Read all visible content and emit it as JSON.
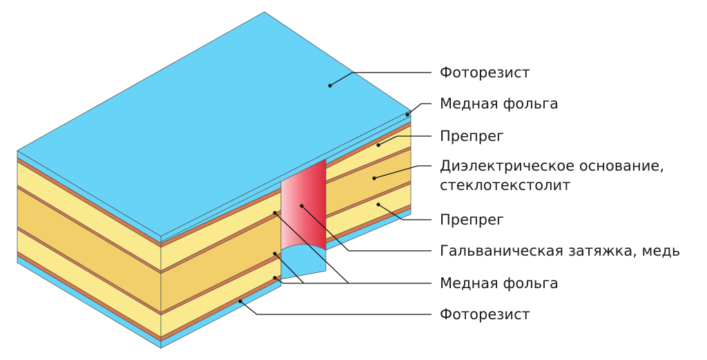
{
  "labels": {
    "photoresist_top": "Фоторезист",
    "copper_foil_top": "Медная фольга",
    "prepreg_top": "Препрег",
    "dielectric_line1": "Диэлектрическое основание,",
    "dielectric_line2": "стеклотекстолит",
    "prepreg_bottom": "Препрег",
    "plating": "Гальваническая затяжка, медь",
    "copper_foil_inner": "Медная фольга",
    "photoresist_bottom": "Фоторезист"
  },
  "colors": {
    "photoresist": "#66d3f7",
    "copper": "#d8784a",
    "prepreg": "#fbe98e",
    "dielectric": "#f2cf6b",
    "plating_dark": "#d92a3c",
    "plating_light": "#fbb0b8",
    "outline": "#333333"
  }
}
